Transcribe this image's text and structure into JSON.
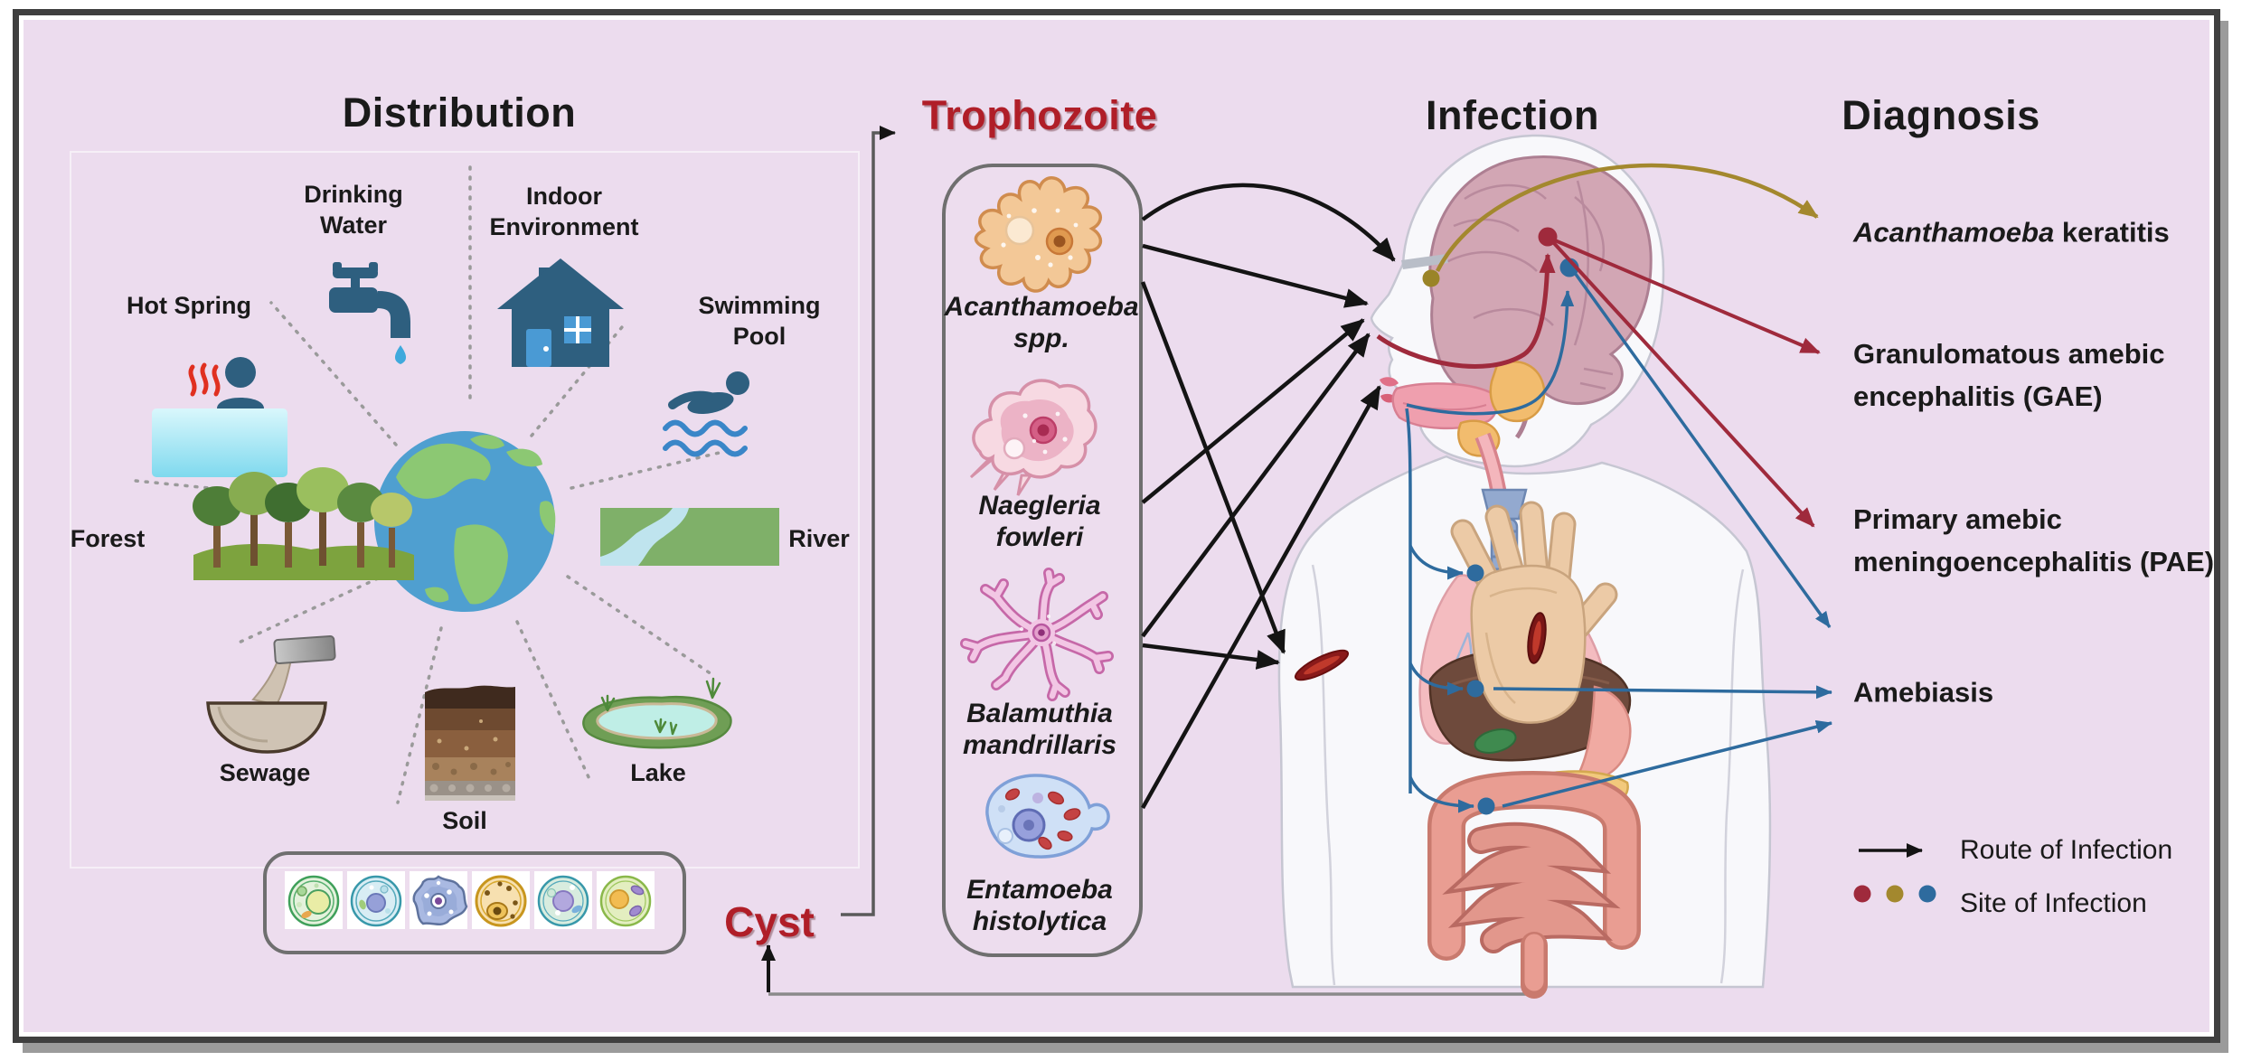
{
  "titles": {
    "distribution": "Distribution",
    "trophozoite": "Trophozoite",
    "infection": "Infection",
    "diagnosis": "Diagnosis"
  },
  "cyst_label": "Cyst",
  "distribution": {
    "sources": [
      {
        "id": "hot-spring",
        "icon": "hot-spring-icon",
        "lines": [
          "Hot Spring"
        ]
      },
      {
        "id": "drinking-water",
        "icon": "faucet-icon",
        "lines": [
          "Drinking",
          "Water"
        ]
      },
      {
        "id": "indoor-environment",
        "icon": "house-icon",
        "lines": [
          "Indoor",
          "Environment"
        ]
      },
      {
        "id": "swimming-pool",
        "icon": "swimmer-icon",
        "lines": [
          "Swimming",
          "Pool"
        ]
      },
      {
        "id": "forest",
        "icon": "trees-icon",
        "lines": [
          "Forest"
        ]
      },
      {
        "id": "river",
        "icon": "river-icon",
        "lines": [
          "River"
        ]
      },
      {
        "id": "sewage",
        "icon": "sewage-pipe-icon",
        "lines": [
          "Sewage"
        ]
      },
      {
        "id": "soil",
        "icon": "soil-layers-icon",
        "lines": [
          "Soil"
        ]
      },
      {
        "id": "lake",
        "icon": "lake-icon",
        "lines": [
          "Lake"
        ]
      }
    ],
    "hub_icon": "globe-icon"
  },
  "trophozoite": {
    "species": [
      {
        "icon": "acanthamoeba-trophozoite-icon",
        "lines": [
          "Acanthamoeba",
          "spp."
        ]
      },
      {
        "icon": "naegleria-trophozoite-icon",
        "lines": [
          "Naegleria",
          "fowleri"
        ]
      },
      {
        "icon": "balamuthia-trophozoite-icon",
        "lines": [
          "Balamuthia",
          "mandrillaris"
        ]
      },
      {
        "icon": "entamoeba-trophozoite-icon",
        "lines": [
          "Entamoeba",
          "histolytica"
        ]
      }
    ]
  },
  "diagnosis": {
    "items": [
      {
        "italic": "Acanthamoeba",
        "rest": " keratitis"
      },
      {
        "lines": [
          "Granulomatous amebic",
          "encephalitis (GAE)"
        ]
      },
      {
        "lines": [
          "Primary amebic",
          "meningoencephalitis (PAE)"
        ]
      },
      {
        "lines": [
          "Amebiasis"
        ]
      }
    ]
  },
  "legend": {
    "route": "Route of Infection",
    "site": "Site of Infection",
    "site_colors": [
      "#9f2a3c",
      "#a3882e",
      "#2e6b9e"
    ]
  },
  "colors": {
    "background": "#ecdcee",
    "frame": "#3f3f3f",
    "title_red": "#b01e28",
    "route_black": "#141414",
    "site_red": "#9f2a3c",
    "site_olive": "#a3882e",
    "site_blue": "#2e6b9e",
    "connector_gray": "#8a8a8a",
    "icon_slate": "#2e5f7f",
    "globe_ocean": "#4f9fd0",
    "globe_land": "#8cc873"
  }
}
